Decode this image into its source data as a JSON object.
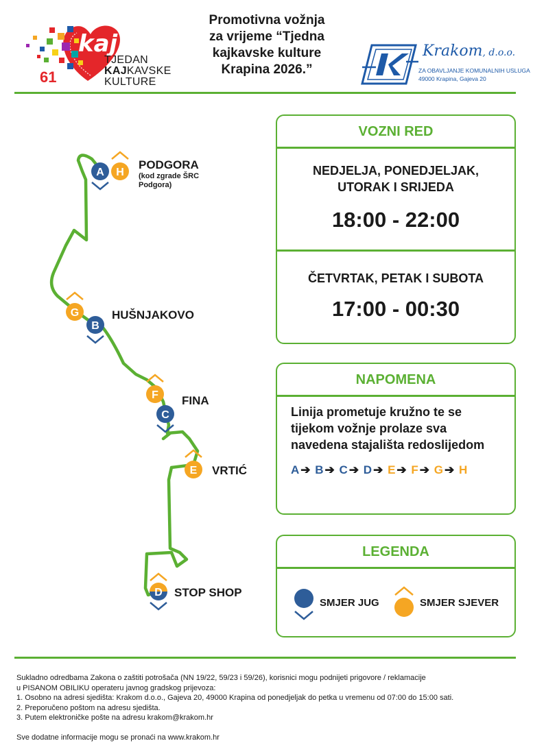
{
  "header": {
    "title_lines": [
      "Promotivna vožnja",
      "za vrijeme “Tjedna",
      "kajkavske kulture",
      "Krapina 2026.”"
    ]
  },
  "logo_left": {
    "number": "61",
    "kaj": "kaj",
    "line1": "TJEDAN",
    "line2_bold": "KAJ",
    "line2_rest": "KAVSKE",
    "line3": "KULTURE"
  },
  "logo_right": {
    "name": "Krakom",
    "suffix": ", d.o.o.",
    "sub1": "ZA OBAVLJANJE KOMUNALNIH USLUGA",
    "sub2": "49000 Krapina, Gajeva 20"
  },
  "timetable": {
    "title": "VOZNI RED",
    "block1_days_line1": "NEDJELJA, PONEDJELJAK,",
    "block1_days_line2": "UTORAK I SRIJEDA",
    "block1_time": "18:00 - 22:00",
    "block2_days": "ČETVRTAK, PETAK I SUBOTA",
    "block2_time": "17:00 - 00:30"
  },
  "note": {
    "title": "NAPOMENA",
    "text_line1": "Linija prometuje kružno te se",
    "text_line2": "tijekom vožnje prolaze sva",
    "text_line3": "navedena stajališta redoslijedom",
    "sequence": [
      "A",
      "B",
      "C",
      "D",
      "E",
      "F",
      "G",
      "H"
    ]
  },
  "legend": {
    "title": "LEGENDA",
    "south": "SMJER JUG",
    "north": "SMJER SJEVER"
  },
  "stops": {
    "podgora": "PODGORA",
    "podgora_sub1": "(kod zgrade ŠRC",
    "podgora_sub2": "Podgora)",
    "husnjakovo": "HUŠNJAKOVO",
    "fina": "FINA",
    "vrtic": "VRTIĆ",
    "stop_shop": "STOP SHOP",
    "letters": {
      "A": "A",
      "B": "B",
      "C": "C",
      "D": "D",
      "E": "E",
      "F": "F",
      "G": "G",
      "H": "H"
    }
  },
  "colors": {
    "green": "#5bb033",
    "blue": "#2e5d99",
    "orange": "#f5a623"
  },
  "footer": {
    "line1": "Sukladno odredbama Zakona o zaštiti potrošača (NN 19/22, 59/23 i 59/26), korisnici mogu podnijeti prigovore / reklamacije",
    "line2": "u PISANOM OBILIKU operateru javnog gradskog prijevoza:",
    "line3": "1. Osobno na adresi sjedišta: Krakom d.o.o., Gajeva 20, 49000 Krapina od ponedjeljak do petka u vremenu od 07:00 do 15:00 sati.",
    "line4": "2. Preporučeno poštom na adresu sjedišta.",
    "line5": "3. Putem elektroničke pošte na adresu krakom@krakom.hr",
    "line6": "Sve dodatne informacije mogu se pronaći na www.krakom.hr"
  }
}
